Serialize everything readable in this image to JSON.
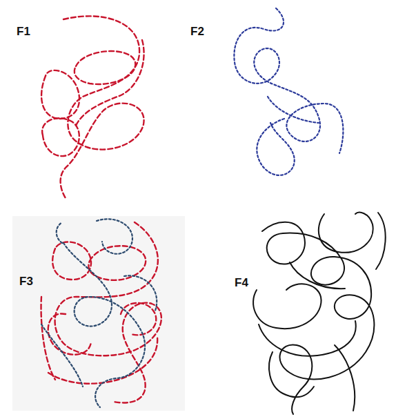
{
  "diagram": {
    "labels": [
      "F1",
      "F2",
      "F3",
      "F4"
    ]
  }
}
